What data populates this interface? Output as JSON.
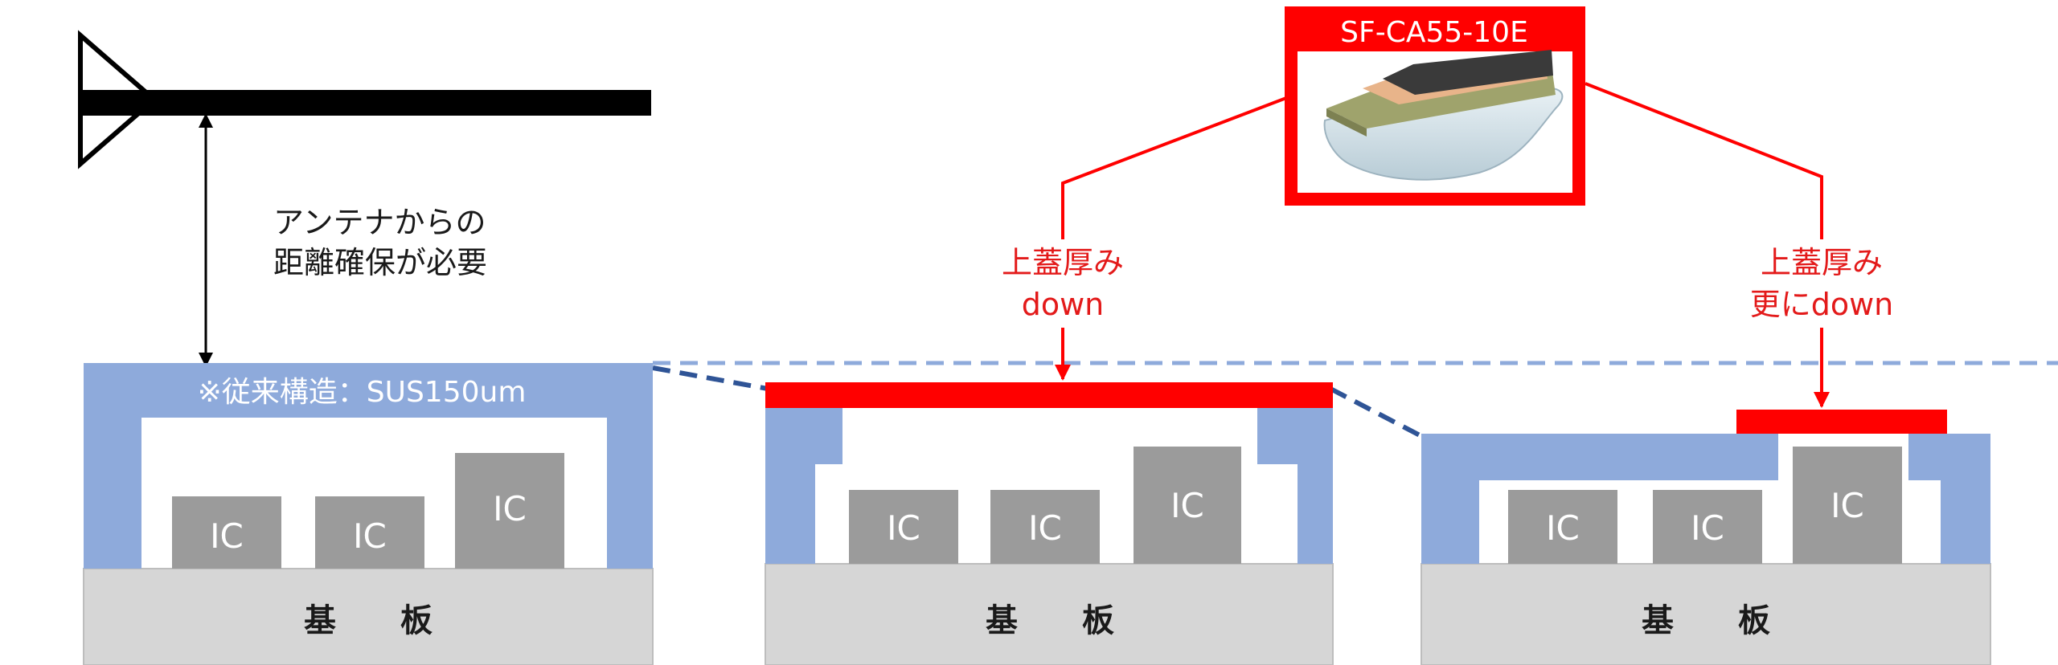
{
  "colors": {
    "shield": "#8eaadb",
    "ic": "#9b9b9b",
    "substrate": "#d6d6d6",
    "accent_red": "#ff0000",
    "label_red": "#e31a1a",
    "dashed_line": "#8eaadb",
    "dashed_link": "#2f5496"
  },
  "antenna": {
    "note_line1": "アンテナからの",
    "note_line2": "距離確保が必要"
  },
  "product": {
    "label": "SF-CA55-10E"
  },
  "panels": [
    {
      "shield_label": "※従来構造：SUS150um",
      "ics": [
        "IC",
        "IC",
        "IC"
      ],
      "substrate": "基　　板"
    },
    {
      "callout_line1": "上蓋厚み",
      "callout_line2": "down",
      "ics": [
        "IC",
        "IC",
        "IC"
      ],
      "substrate": "基　　板"
    },
    {
      "callout_line1": "上蓋厚み",
      "callout_line2": "更にdown",
      "ics": [
        "IC",
        "IC",
        "IC"
      ],
      "substrate": "基　　板"
    }
  ]
}
